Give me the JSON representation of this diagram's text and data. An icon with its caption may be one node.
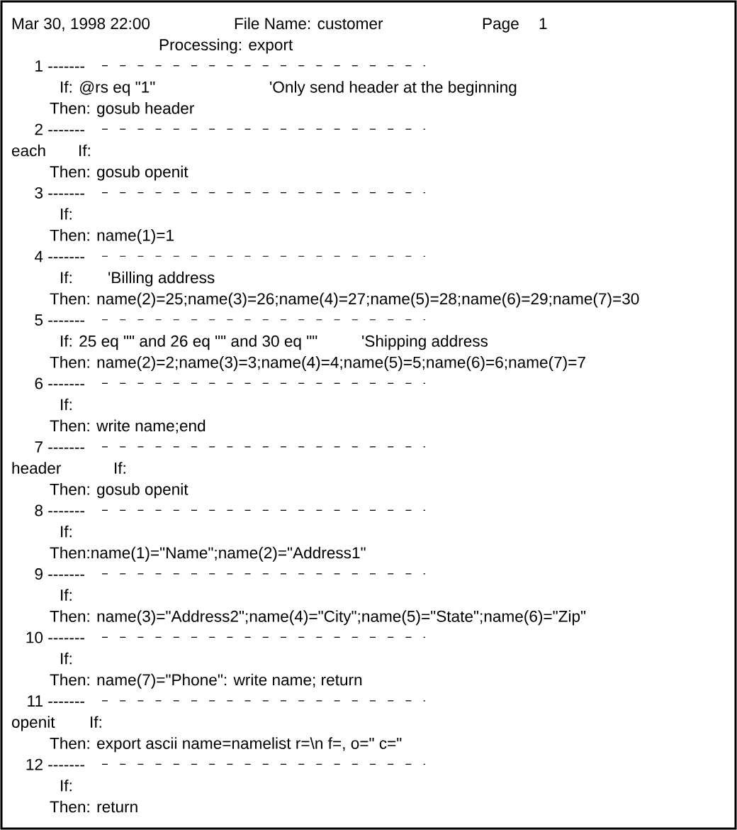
{
  "diagram": {
    "labels": [
      "Mar 30, 1998 22:00",
      "File Name: customer",
      "Page",
      "1",
      "Processing: export",
      "1 -------",
      "If: @rs eq \"1\"",
      "'Only send header at the beginning",
      "Then: gosub header",
      "2 -------",
      "each",
      "If:",
      "Then: gosub openit",
      "3 -------",
      "If:",
      "Then: name(1)=1",
      "4 -------",
      "If:",
      "'Billing address",
      "Then: name(2)=25;name(3)=26;name(4)=27;name(5)=28;name(6)=29;name(7)=30",
      "5 -------",
      "If: 25 eq \"\" and 26 eq \"\" and 30 eq \"\"",
      "'Shipping address",
      "Then: name(2)=2;name(3)=3;name(4)=4;name(5)=5;name(6)=6;name(7)=7",
      "6 -------",
      "If:",
      "Then: write name;end",
      "7 -------",
      "header",
      "If:",
      "Then: gosub openit",
      "8 -------",
      "If:",
      "Then:name(1)=\"Name\";name(2)=\"Address1\"",
      "9 -------",
      "If:",
      "Then: name(3)=\"Address2\";name(4)=\"City\";name(5)=\"State\";name(6)=\"Zip\"",
      "10 -------",
      "If:",
      "Then: name(7)=\"Phone\": write name; return",
      "11 -------",
      "openit",
      "If:",
      "Then: export ascii name=namelist r=\\n f=, o=\" c=\"",
      "12 -------",
      "If:",
      "Then: return"
    ]
  }
}
